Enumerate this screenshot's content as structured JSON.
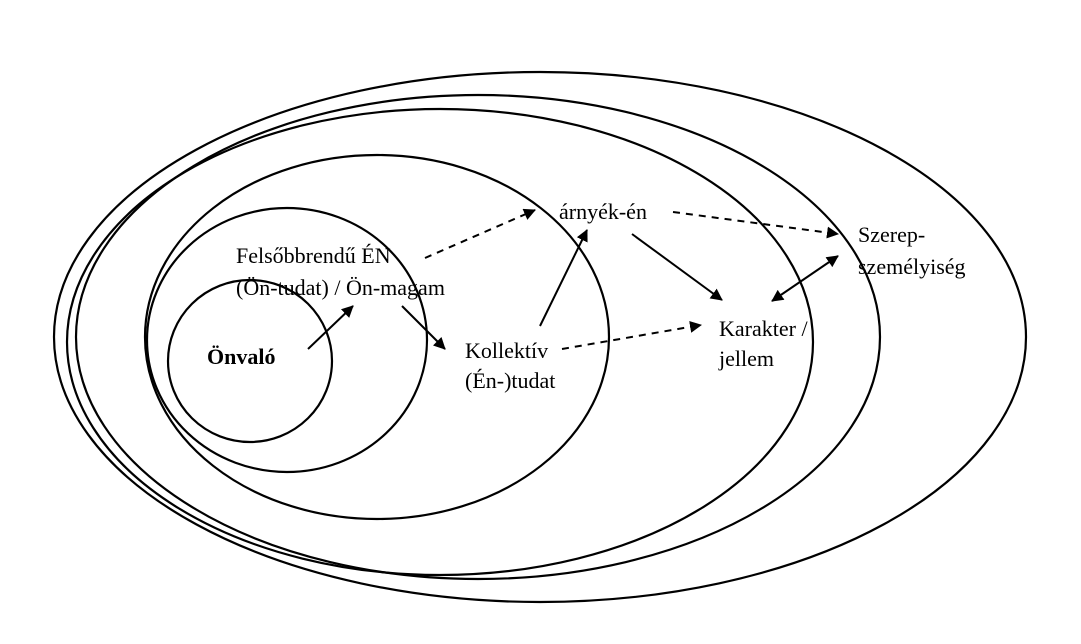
{
  "diagram": {
    "labels": {
      "onvalo": "Önvaló",
      "felsobb_line1": "Felsőbbrendű ÉN",
      "felsobb_line2": "(Ön-tudat) / Ön-magam",
      "kollektiv_line1": "Kollektív",
      "kollektiv_line2": "(Én-)tudat",
      "arnyek": "árnyék-én",
      "karakter_line1": "Karakter /",
      "karakter_line2": "jellem",
      "szerep_line1": "Szerep-",
      "szerep_line2": "személyiség"
    },
    "arrows": [
      {
        "from": "onvalo",
        "to": "felsobb_en",
        "style": "solid"
      },
      {
        "from": "felsobb_en",
        "to": "kollektiv_tudat",
        "style": "solid"
      },
      {
        "from": "felsobb_en",
        "to": "arnyek_en",
        "style": "dashed"
      },
      {
        "from": "kollektiv_tudat",
        "to": "arnyek_en",
        "style": "solid"
      },
      {
        "from": "kollektiv_tudat",
        "to": "karakter_jellem",
        "style": "dashed"
      },
      {
        "from": "arnyek_en",
        "to": "karakter_jellem",
        "style": "solid"
      },
      {
        "from": "arnyek_en",
        "to": "szerep_szemelyiseg",
        "style": "dashed"
      },
      {
        "from": "karakter_jellem",
        "to": "szerep_szemelyiseg",
        "style": "solid",
        "bidirectional": true
      }
    ]
  }
}
